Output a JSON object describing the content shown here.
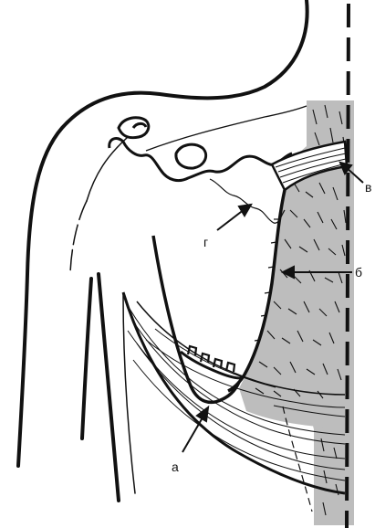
{
  "colors": {
    "ink": "#111111",
    "shade": "#bdbdbd",
    "background": "#ffffff"
  },
  "labels": {
    "a": "а",
    "b": "б",
    "v": "в",
    "g": "г"
  }
}
